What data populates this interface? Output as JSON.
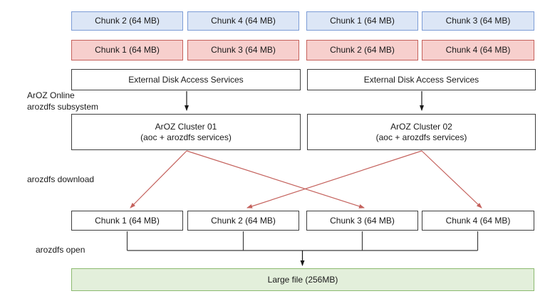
{
  "row_blue": [
    "Chunk 2 (64 MB)",
    "Chunk 4 (64 MB)",
    "Chunk 1 (64 MB)",
    "Chunk 3 (64 MB)"
  ],
  "row_red": [
    "Chunk 1 (64 MB)",
    "Chunk 3 (64 MB)",
    "Chunk 2 (64 MB)",
    "Chunk 4 (64 MB)"
  ],
  "edas": [
    "External Disk Access Services",
    "External Disk Access Services"
  ],
  "clusters": [
    {
      "title": "ArOZ Cluster 01",
      "subtitle": "(aoc + arozdfs services)"
    },
    {
      "title": "ArOZ Cluster 02",
      "subtitle": "(aoc + arozdfs services)"
    }
  ],
  "bottom_chunks": [
    "Chunk 1 (64 MB)",
    "Chunk 2 (64 MB)",
    "Chunk 3 (64 MB)",
    "Chunk 4 (64 MB)"
  ],
  "large_file": "Large file (256MB)",
  "side_labels": {
    "subsystem_line1": "ArOZ Online",
    "subsystem_line2": "arozdfs subsystem",
    "download": "arozdfs download",
    "open": "arozdfs open"
  },
  "colors": {
    "blue_fill": "#DCE6F6",
    "blue_border": "#7C9CD6",
    "red_fill": "#F7CFCD",
    "red_border": "#C5615B",
    "green_fill": "#E3EFDB",
    "green_border": "#8CBA70",
    "box_border": "#3F3F3F",
    "arrow_red": "#C4615C",
    "arrow_black": "#1A1A1A"
  }
}
